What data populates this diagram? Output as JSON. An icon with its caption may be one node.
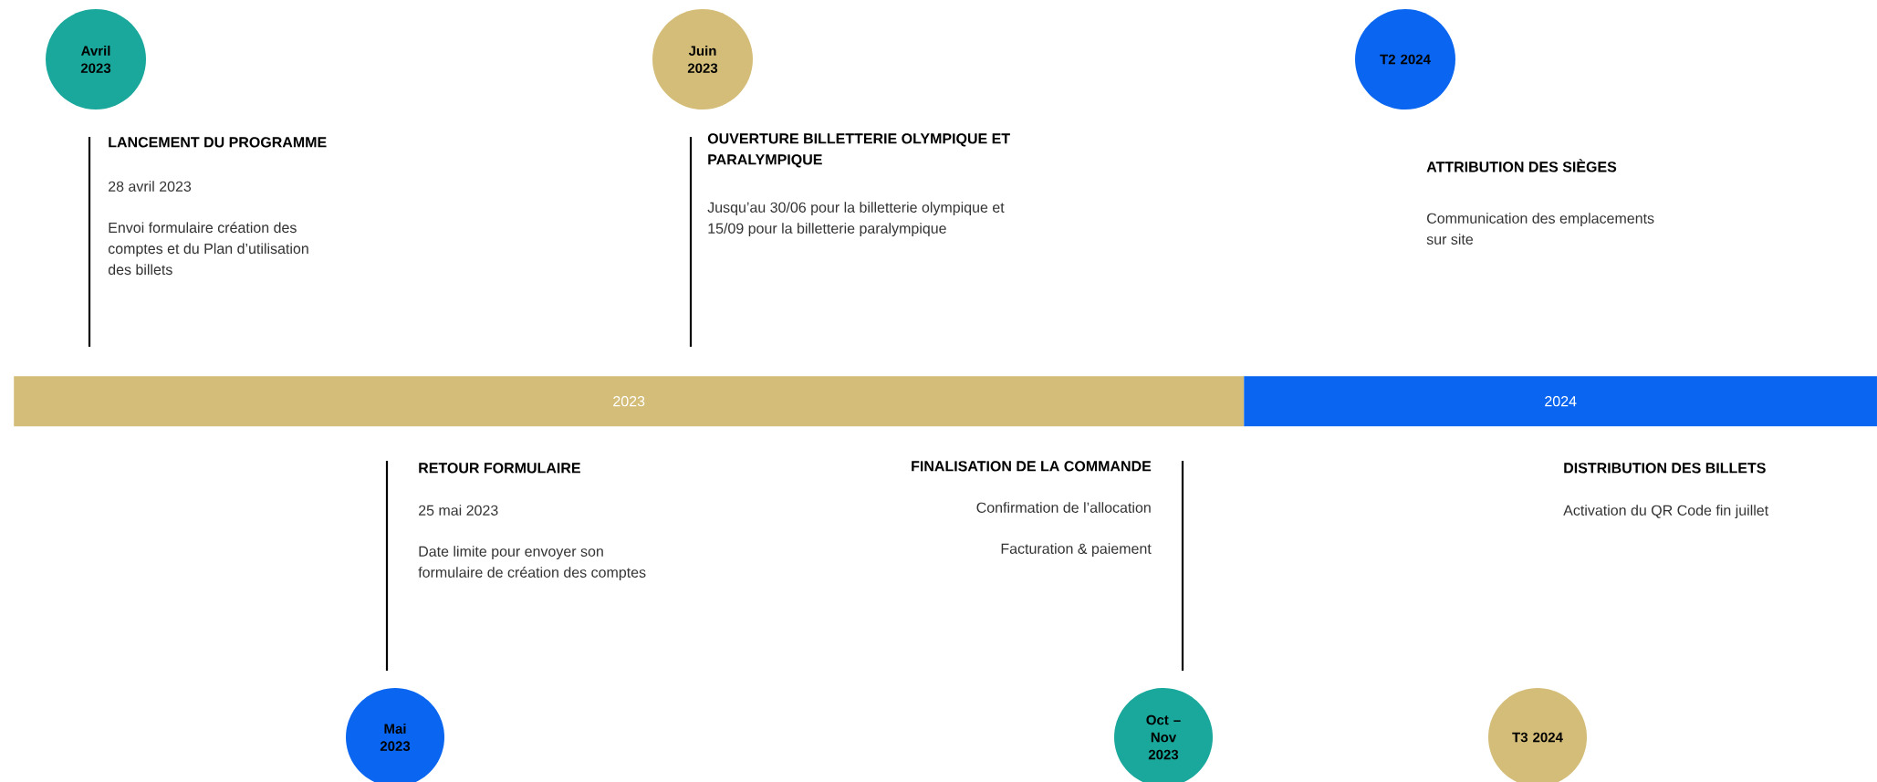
{
  "diagram": {
    "nodes": [
      {
        "text": [
          "Avril 2023"
        ]
      },
      {
        "text": [
          "Juin 2023"
        ]
      },
      {
        "text": [
          "T2 2024"
        ]
      },
      {
        "text": [
          "2023"
        ]
      },
      {
        "text": [
          "2024"
        ]
      },
      {
        "text": [
          "Mai 2023"
        ]
      },
      {
        "text": [
          "Oct – Nov 2023"
        ]
      },
      {
        "text": [
          "T3 2024"
        ]
      }
    ],
    "labels": [
      "LANCEMENT DU PROGRAMME",
      "28 avril 2023",
      "Envoi formulaire création des comptes et du Plan d’utilisation des billets",
      "OUVERTURE BILLETTERIE OLYMPIQUE ET PARALYMPIQUE",
      "Jusqu’au 30/06 pour la billetterie olympique et 15/09 pour la billetterie paralympique",
      "ATTRIBUTION DES SIÈGES",
      "Communication des emplacements sur site",
      "RETOUR FORMULAIRE",
      "25 mai 2023",
      "Date limite pour envoyer son formulaire de création des comptes",
      "FINALISATION DE LA COMMANDE",
      "Confirmation de l’allocation",
      "Facturation & paiement",
      "DISTRIBUTION DES BILLETS",
      "Activation du QR Code fin juillet"
    ]
  }
}
